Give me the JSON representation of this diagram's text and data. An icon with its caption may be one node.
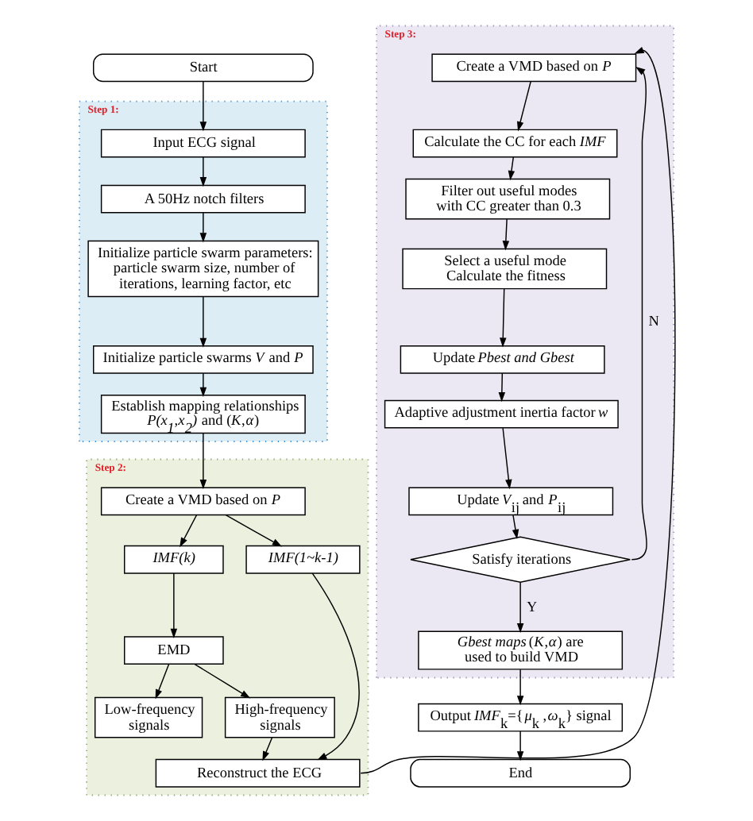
{
  "diagram": {
    "nodes": [
      {
        "text": [
          "Start"
        ]
      },
      {
        "text": [
          "Step 1:"
        ]
      },
      {
        "text": [
          "Input ECG signal"
        ],
        "in": 1
      },
      {
        "text": [
          "A 50Hz notch filters"
        ],
        "in": 1
      },
      {
        "text": [
          "Initialize particle swarm parameters: particle swarm size, number of iterations, learning factor, etc"
        ],
        "in": 1
      },
      {
        "text": [
          "Initialize particle swarms *V* and *P*"
        ],
        "in": 1
      },
      {
        "text": [
          "Establish mapping relationships *P(x$_{1}$,x$_{2}$)* and (*K*,*α*)"
        ],
        "in": 1
      },
      {
        "text": [
          "Step 2:"
        ]
      },
      {
        "text": [
          "Create a VMD based on *P*"
        ],
        "in": 7
      },
      {
        "text": [
          "IMF(k)"
        ],
        "in": 7
      },
      {
        "text": [
          "IMF(1~k-1)"
        ],
        "in": 7
      },
      {
        "text": [
          "EMD"
        ],
        "in": 7
      },
      {
        "text": [
          "Low-frequency signals"
        ],
        "in": 7
      },
      {
        "text": [
          "High-frequency signals"
        ],
        "in": 7
      },
      {
        "text": [
          "Reconstruct the ECG"
        ],
        "in": 7
      },
      {
        "text": [
          "Step 3:"
        ]
      },
      {
        "text": [
          "Create a VMD based on *P*"
        ],
        "in": 15
      },
      {
        "text": [
          "Calculate the CC for each *IMF*"
        ],
        "in": 15
      },
      {
        "text": [
          "Filter out useful modes with CC greater than 0.3"
        ],
        "in": 15
      },
      {
        "text": [
          "Select a useful mode Calculate the fitness"
        ],
        "in": 15
      },
      {
        "text": [
          "Update *Pbest and Gbest*"
        ],
        "in": 15
      },
      {
        "text": [
          "Adaptive adjustment inertia factor *w*"
        ],
        "in": 15
      },
      {
        "text": [
          "Update *V*$_{ij}$ and *P*$_{ij}$"
        ],
        "in": 15
      },
      {
        "text": [
          "Satisfy iterations"
        ],
        "in": 15
      },
      {
        "text": [
          "*Gbest maps* (*K*,*α*) are used to build VMD"
        ],
        "in": 15
      },
      {
        "text": [
          "Output *IMF*$_{k}$={*μ*$_{k}$ ,*ω*$_{k}$} signal"
        ]
      },
      {
        "text": [
          "End"
        ]
      }
    ],
    "edges": [
      {
        "from": 0,
        "to": 2,
        "arrow": "to"
      },
      {
        "from": 2,
        "to": 3,
        "arrow": "to"
      },
      {
        "from": 3,
        "to": 4,
        "arrow": "to"
      },
      {
        "from": 4,
        "to": 5,
        "arrow": "to"
      },
      {
        "from": 5,
        "to": 6,
        "arrow": "to"
      },
      {
        "from": 6,
        "to": 8,
        "arrow": "to"
      },
      {
        "from": 8,
        "to": 9,
        "arrow": "to"
      },
      {
        "from": 8,
        "to": 10,
        "arrow": "to"
      },
      {
        "from": 9,
        "to": 11,
        "arrow": "to"
      },
      {
        "from": 11,
        "to": 12,
        "arrow": "to"
      },
      {
        "from": 11,
        "to": 13,
        "arrow": "to"
      },
      {
        "from": 13,
        "to": 14,
        "arrow": "to"
      },
      {
        "from": 10,
        "to": 14,
        "arrow": "to"
      },
      {
        "from": 14,
        "to": 16,
        "arrow": "to"
      },
      {
        "from": 16,
        "to": 17,
        "arrow": "to"
      },
      {
        "from": 17,
        "to": 18,
        "arrow": "to"
      },
      {
        "from": 18,
        "to": 19,
        "arrow": "to"
      },
      {
        "from": 19,
        "to": 20,
        "arrow": "to"
      },
      {
        "from": 20,
        "to": 21,
        "arrow": "to"
      },
      {
        "from": 21,
        "to": 22,
        "arrow": "to"
      },
      {
        "from": 22,
        "to": 23,
        "arrow": "to"
      },
      {
        "from": 23,
        "to": 16,
        "arrow": "to",
        "label": "N"
      },
      {
        "from": 23,
        "to": 24,
        "arrow": "to",
        "label": "Y"
      },
      {
        "from": 24,
        "to": 25,
        "arrow": "to"
      },
      {
        "from": 25,
        "to": 26,
        "arrow": "to"
      }
    ]
  }
}
